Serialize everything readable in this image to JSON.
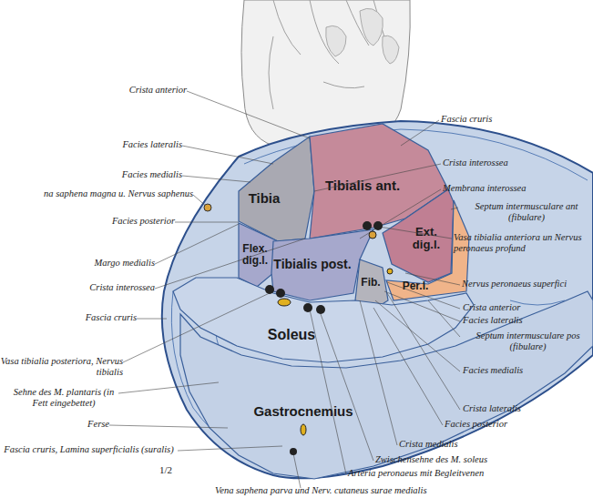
{
  "diagram": {
    "nodes": [
      {
        "text": [
          "Tibia"
        ]
      },
      {
        "text": [
          "Tibialis ant."
        ]
      },
      {
        "text": [
          "Ext. dig.l."
        ]
      },
      {
        "text": [
          "Flex. dig.l."
        ]
      },
      {
        "text": [
          "Tibialis post."
        ]
      },
      {
        "text": [
          "Fib."
        ]
      },
      {
        "text": [
          "Per.l."
        ]
      },
      {
        "text": [
          "Soleus"
        ]
      },
      {
        "text": [
          "Gastrocnemius"
        ]
      }
    ],
    "labels": [
      "Crista anterior",
      "Facies lateralis",
      "Facies medialis",
      "na saphena magna u. Nervus saphenus",
      "Facies posterior",
      "Margo medialis",
      "Crista interossea",
      "Fascia cruris",
      "Vasa tibialia posteriora, Nervus tibialis",
      "Sehne des M. plantaris (in Fett eingebettet)",
      "Ferse",
      "Fascia cruris, Lamina superficialis (suralis)",
      "1/2",
      "Fascia cruris",
      "Crista interossea",
      "Membrana interossea",
      "Septum intermusculare ant (fibulare)",
      "Vasa tibialia anteriora un Nervus peronaeus profund",
      "Nervus peronaeus superfici",
      "Crista anterior",
      "Facies lateralis",
      "Septum intermusculare pos (fibulare)",
      "Facies medialis",
      "Crista lateralis",
      "Facies posterior",
      "Crista medialis",
      "Zwischensehne des M. soleus",
      "Arteria peronaeus mit Begleitvenen",
      "Vena saphena parva und Nerv. cutaneus surae medialis"
    ]
  }
}
